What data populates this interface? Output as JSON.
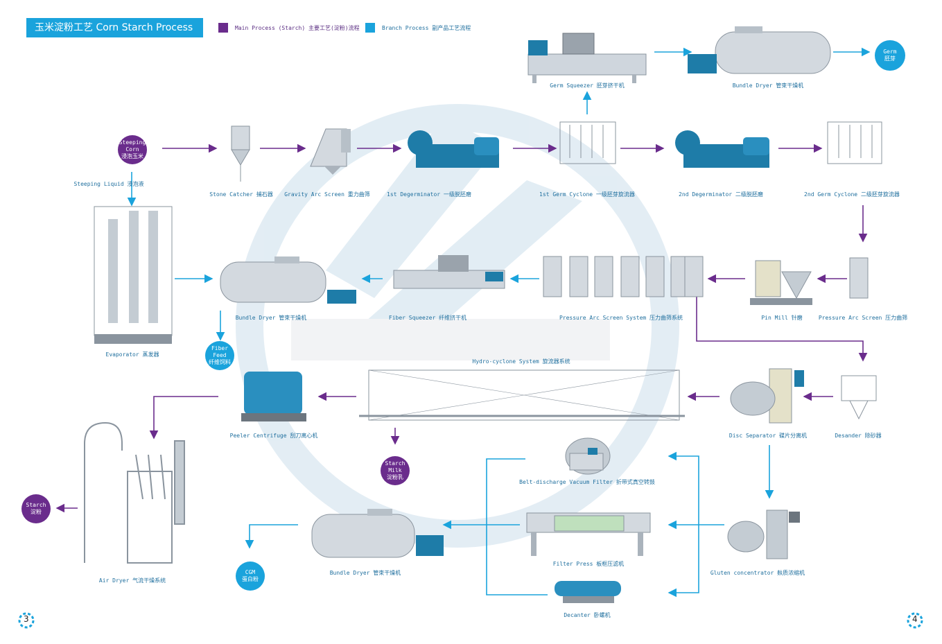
{
  "header": {
    "title": "玉米淀粉工艺 Corn Starch Process",
    "legend_main": "Main Process (Starch) 主要工艺(淀粉)流程",
    "legend_branch": "Branch Process 副产品工艺流程"
  },
  "colors": {
    "main": "#6a2c8c",
    "branch": "#1aa3dc",
    "label": "#1f6f9e",
    "equipment": "#c8d0d8"
  },
  "nodes": {
    "steeping_corn": [
      "Steeping",
      "Corn",
      "浸泡玉米"
    ],
    "germ": [
      "Germ",
      "胚芽"
    ],
    "fiber_feed": [
      "Fiber",
      "Feed",
      "纤维饲料"
    ],
    "starch_milk": [
      "Starch",
      "Milk",
      "淀粉乳"
    ],
    "starch": [
      "Starch",
      "淀粉"
    ],
    "cgm": [
      "CGM",
      "蛋白粉"
    ]
  },
  "labels": {
    "germ_squeezer": "Germ Squeezer 胚芽挤干机",
    "bundle_dryer_top": "Bundle Dryer 管束干燥机",
    "steeping_liquid": "Steeping Liquid 浸泡液",
    "stone_catcher": "Stone Catcher 捕石器",
    "gravity_arc": "Gravity Arc Screen 重力曲筛",
    "degerminator_1": "1st Degerminator 一级脱胚磨",
    "germ_cyclone_1": "1st Germ Cyclone 一级胚芽旋流器",
    "degerminator_2": "2nd Degerminator 二级脱胚磨",
    "germ_cyclone_2": "2nd Germ Cyclone 二级胚芽旋流器",
    "bundle_dryer_mid": "Bundle Dryer 管束干燥机",
    "fiber_squeezer": "Fiber Squeezer 纤维挤干机",
    "pressure_arc_system": "Pressure Arc Screen System 压力曲筛系统",
    "pin_mill": "Pin Mill 针磨",
    "pressure_arc": "Pressure Arc Screen 压力曲筛",
    "evaporator": "Evaporator 蒸发器",
    "hydrocyclone": "Hydro-cyclone System 旋流器系统",
    "peeler": "Peeler Centrifuge 刮刀离心机",
    "disc_separator": "Disc Separator 碟片分离机",
    "desander": "Desander 除砂器",
    "belt_filter": "Belt-discharge Vacuum Filter 折带式真空转鼓",
    "air_dryer": "Air Dryer 气流干燥系统",
    "bundle_dryer_bottom": "Bundle Dryer 管束干燥机",
    "filter_press": "Filter Press  板框压滤机",
    "gluten_concentrator": "Gluten concentrator 麸质浓缩机",
    "decanter": "Decanter 卧螺机"
  },
  "pages": {
    "left": "3",
    "right": "4"
  }
}
